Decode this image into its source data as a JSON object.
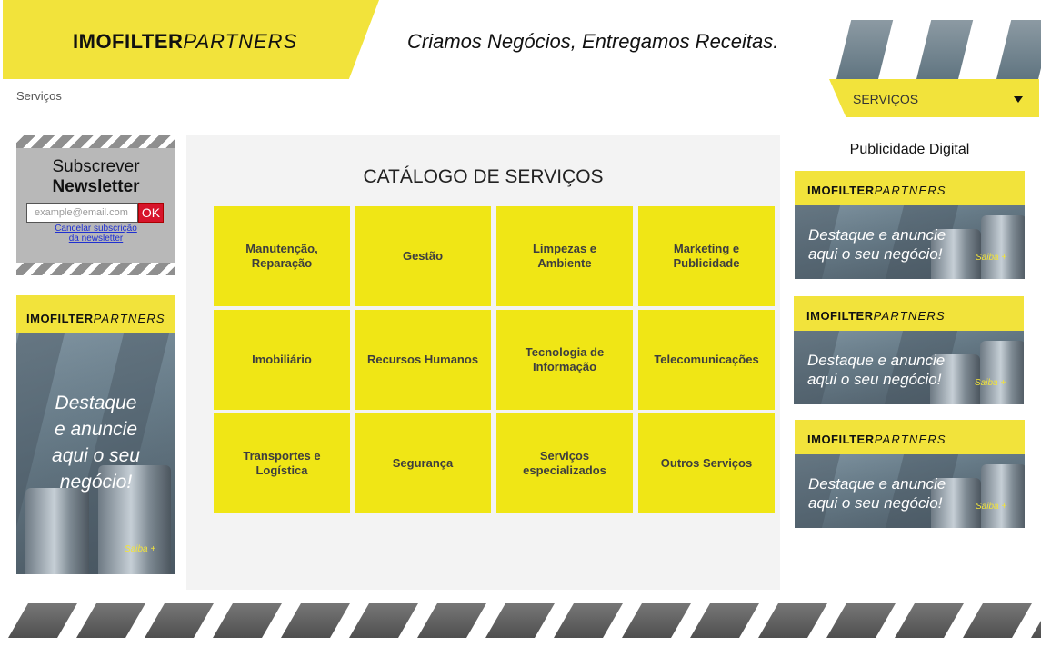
{
  "header": {
    "logo_bold": "IMOFILTER",
    "logo_light": "PARTNERS",
    "tagline": "Criamos Negócios, Entregamos Receitas."
  },
  "breadcrumb": "Serviços",
  "services_dropdown": {
    "label": "SERVIÇOS",
    "icon": "caret-down-icon"
  },
  "newsletter": {
    "title_line1": "Subscrever",
    "title_line2": "Newsletter",
    "email_placeholder": "example@email.com",
    "ok_label": "OK",
    "unsubscribe_line1": "Cancelar subscrição",
    "unsubscribe_line2": "da newsletter"
  },
  "left_ad": {
    "logo_bold": "IMOFILTER",
    "logo_light": "PARTNERS",
    "text_lines": [
      "Destaque",
      "e anuncie",
      "aqui o seu",
      "negócio!"
    ],
    "cta": "Saiba +"
  },
  "catalog": {
    "title": "CATÁLOGO DE SERVIÇOS",
    "tiles": [
      [
        "Manutenção,",
        "Reparação"
      ],
      [
        "Gestão"
      ],
      [
        "Limpezas e",
        "Ambiente"
      ],
      [
        "Marketing e",
        "Publicidade"
      ],
      [
        "Imobiliário"
      ],
      [
        "Recursos Humanos"
      ],
      [
        "Tecnologia de",
        "Informação"
      ],
      [
        "Telecomunicações"
      ],
      [
        "Transportes e",
        "Logística"
      ],
      [
        "Segurança"
      ],
      [
        "Serviços",
        "especializados"
      ],
      [
        "Outros Serviços"
      ]
    ]
  },
  "right_ads": {
    "title": "Publicidade Digital",
    "items": [
      {
        "logo_bold": "IMOFILTER",
        "logo_light": "PARTNERS",
        "line1": "Destaque e anuncie",
        "line2": "aqui o seu negócio!",
        "cta": "Saiba +"
      },
      {
        "logo_bold": "IMOFILTER",
        "logo_light": "PARTNERS",
        "line1": "Destaque e anuncie",
        "line2": "aqui o seu negócio!",
        "cta": "Saiba +"
      },
      {
        "logo_bold": "IMOFILTER",
        "logo_light": "PARTNERS",
        "line1": "Destaque e anuncie",
        "line2": "aqui o seu negócio!",
        "cta": "Saiba +"
      }
    ]
  },
  "colors": {
    "brand_yellow": "#f2e33b",
    "tile_yellow": "#f0e615",
    "ok_red": "#d7142b",
    "link_blue": "#1f2fd1"
  }
}
